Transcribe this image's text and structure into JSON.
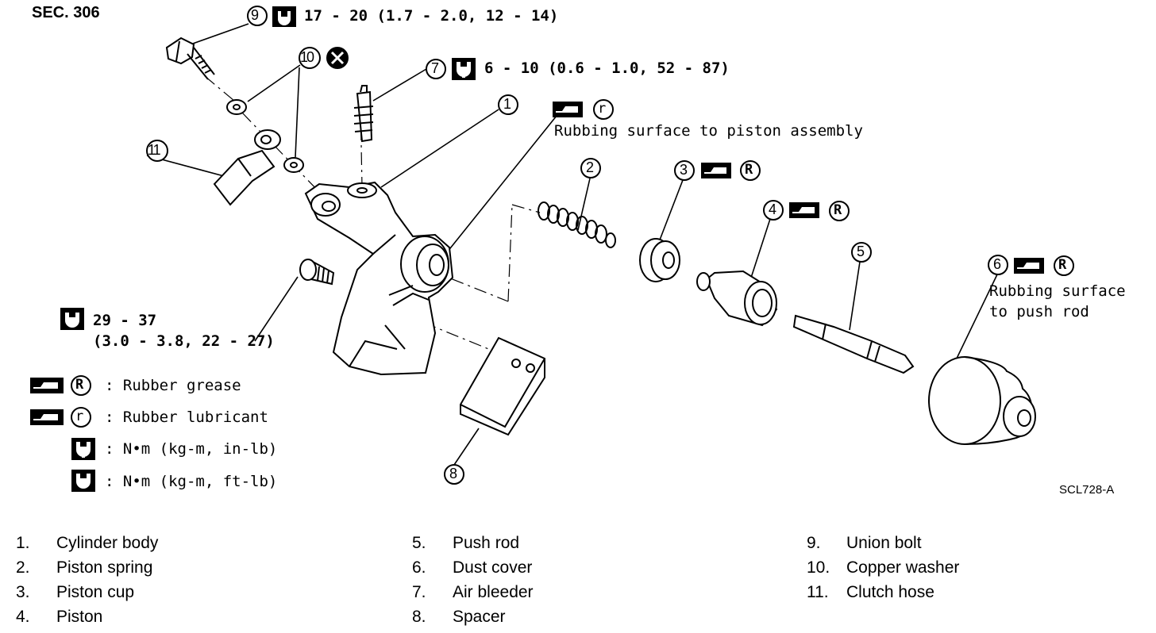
{
  "section": "SEC. 306",
  "figure_code": "SCL728-A",
  "callouts": {
    "c1": "1",
    "c2": "2",
    "c3": "3",
    "c4": "4",
    "c5": "5",
    "c6": "6",
    "c7": "7",
    "c8": "8",
    "c9": "9",
    "c10": "10",
    "c11": "11"
  },
  "torque": {
    "union_bolt": "17 - 20 (1.7 - 2.0, 12 - 14)",
    "air_bleeder": "6 - 10 (0.6 - 1.0, 52 - 87)",
    "mount_bolt_line1": "29 - 37",
    "mount_bolt_line2": "(3.0 - 3.8, 22 - 27)"
  },
  "notes": {
    "rubbing_piston": "Rubbing surface to piston assembly",
    "rubbing_pushrod_1": "Rubbing surface",
    "rubbing_pushrod_2": "to push rod"
  },
  "symbols": {
    "r_upper": "R",
    "r_lower": "r",
    "grease_label": ": Rubber grease",
    "lube_label": ": Rubber lubricant",
    "nm_in_label": ": N•m (kg-m, in-lb)",
    "nm_ft_label": ": N•m (kg-m, ft-lb)"
  },
  "parts": [
    {
      "num": "1.",
      "name": "Cylinder body"
    },
    {
      "num": "2.",
      "name": "Piston spring"
    },
    {
      "num": "3.",
      "name": "Piston cup"
    },
    {
      "num": "4.",
      "name": "Piston"
    },
    {
      "num": "5.",
      "name": "Push rod"
    },
    {
      "num": "6.",
      "name": "Dust cover"
    },
    {
      "num": "7.",
      "name": "Air bleeder"
    },
    {
      "num": "8.",
      "name": "Spacer"
    },
    {
      "num": "9.",
      "name": "Union bolt"
    },
    {
      "num": "10.",
      "name": "Copper washer"
    },
    {
      "num": "11.",
      "name": "Clutch hose"
    }
  ]
}
